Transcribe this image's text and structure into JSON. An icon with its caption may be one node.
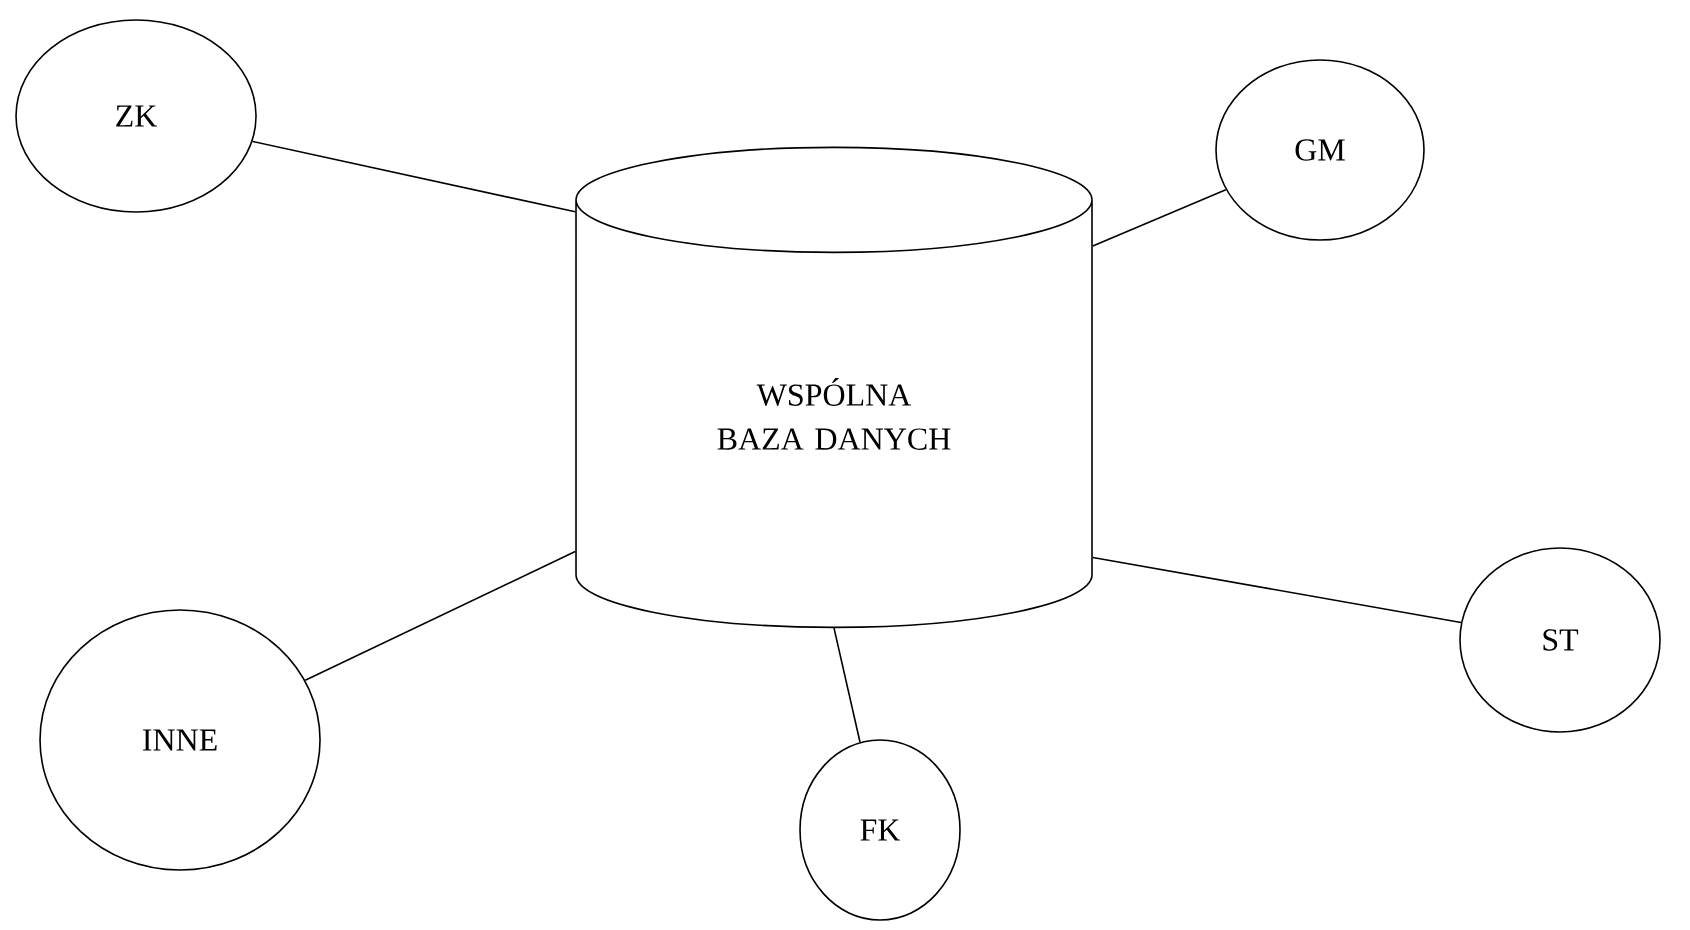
{
  "diagram": {
    "nodes": [
      {
        "text": [
          "WSPÓLNA BAZA DANYCH"
        ]
      },
      {
        "text": [
          "ZK"
        ]
      },
      {
        "text": [
          "GM"
        ]
      },
      {
        "text": [
          "ST"
        ]
      },
      {
        "text": [
          "INNE"
        ]
      },
      {
        "text": [
          "FK"
        ]
      }
    ],
    "edges": [
      {
        "from": 1,
        "to": 0,
        "arrow": "none"
      },
      {
        "from": 2,
        "to": 0,
        "arrow": "none"
      },
      {
        "from": 3,
        "to": 0,
        "arrow": "none"
      },
      {
        "from": 4,
        "to": 0,
        "arrow": "none"
      },
      {
        "from": 5,
        "to": 0,
        "arrow": "none"
      }
    ]
  }
}
